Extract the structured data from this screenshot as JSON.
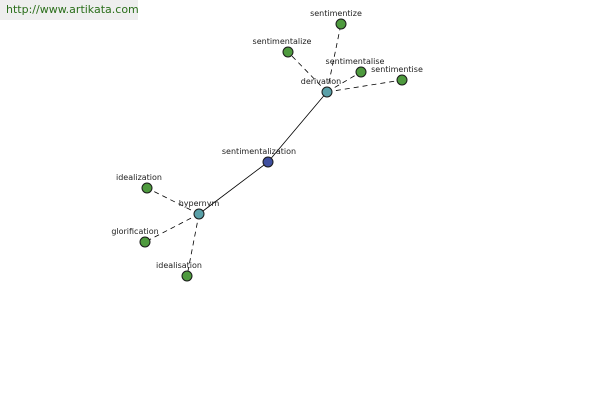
{
  "watermark": {
    "url": "http://www.artikata.com"
  },
  "colors": {
    "center_node": "#3f4f9e",
    "hub_node": "#5aa0a8",
    "leaf_node": "#4e9a3e",
    "banner_text": "#2a6e1a"
  },
  "graph": {
    "nodes": [
      {
        "id": "sentimentalization",
        "label": "sentimentalization",
        "kind": "center"
      },
      {
        "id": "derivation",
        "label": "derivation",
        "kind": "hub"
      },
      {
        "id": "hypernym",
        "label": "hypernym",
        "kind": "hub"
      },
      {
        "id": "sentimentize",
        "label": "sentimentize",
        "kind": "leaf"
      },
      {
        "id": "sentimentalize",
        "label": "sentimentalize",
        "kind": "leaf"
      },
      {
        "id": "sentimentalise",
        "label": "sentimentalise",
        "kind": "leaf"
      },
      {
        "id": "sentimentise",
        "label": "sentimentise",
        "kind": "leaf"
      },
      {
        "id": "idealization",
        "label": "idealization",
        "kind": "leaf"
      },
      {
        "id": "glorification",
        "label": "glorification",
        "kind": "leaf"
      },
      {
        "id": "idealisation",
        "label": "idealisation",
        "kind": "leaf"
      }
    ],
    "edges": [
      {
        "from": "sentimentalization",
        "to": "derivation",
        "style": "solid"
      },
      {
        "from": "sentimentalization",
        "to": "hypernym",
        "style": "solid"
      },
      {
        "from": "derivation",
        "to": "sentimentize",
        "style": "dashed"
      },
      {
        "from": "derivation",
        "to": "sentimentalize",
        "style": "dashed"
      },
      {
        "from": "derivation",
        "to": "sentimentalise",
        "style": "dashed"
      },
      {
        "from": "derivation",
        "to": "sentimentise",
        "style": "dashed"
      },
      {
        "from": "hypernym",
        "to": "idealization",
        "style": "dashed"
      },
      {
        "from": "hypernym",
        "to": "glorification",
        "style": "dashed"
      },
      {
        "from": "hypernym",
        "to": "idealisation",
        "style": "dashed"
      }
    ]
  }
}
